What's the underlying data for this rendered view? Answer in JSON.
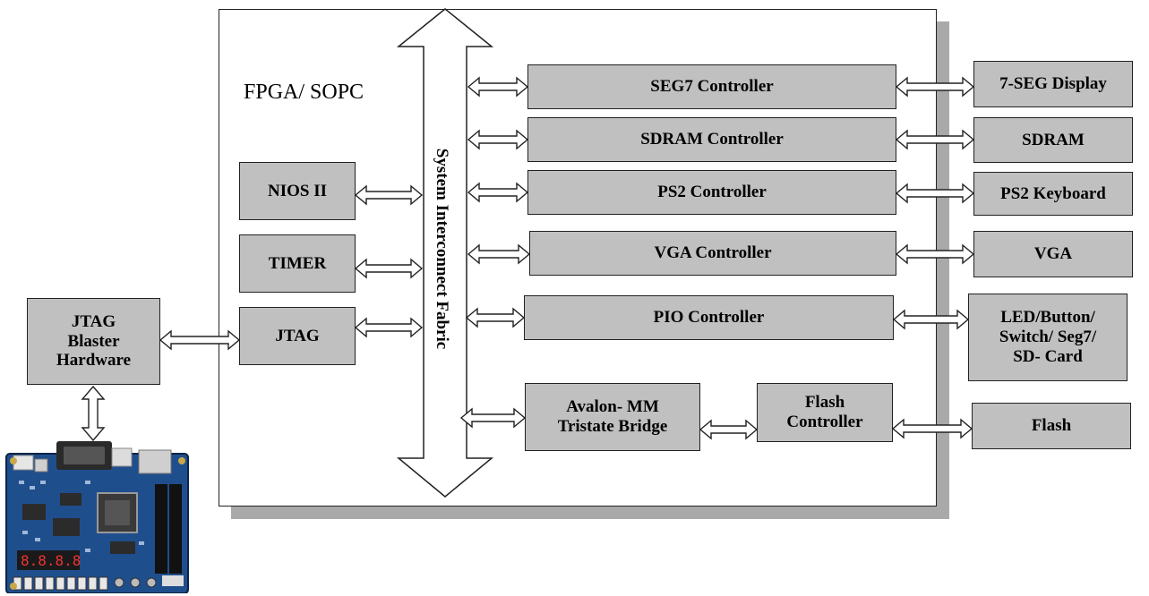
{
  "fpga": {
    "label": "FPGA/ SOPC"
  },
  "bus": {
    "label": "System Interconnect Fabric"
  },
  "left_blocks": {
    "nios": "NIOS II",
    "timer": "TIMER",
    "jtag": "JTAG"
  },
  "jtag_hw": [
    "JTAG",
    "Blaster",
    "Hardware"
  ],
  "controllers": {
    "seg7": "SEG7 Controller",
    "sdram": "SDRAM Controller",
    "ps2": "PS2 Controller",
    "vga": "VGA Controller",
    "pio": "PIO  Controller",
    "avalon": [
      "Avalon- MM",
      "Tristate  Bridge"
    ],
    "flash_ctrl": [
      "Flash",
      "Controller"
    ]
  },
  "devices": {
    "seg7": "7-SEG Display",
    "sdram": "SDRAM",
    "ps2": "PS2 Keyboard",
    "vga": "VGA",
    "pio": [
      "LED/Button/",
      "Switch/ Seg7/",
      "SD- Card"
    ],
    "flash": "Flash"
  },
  "colors": {
    "block_fill": "#c0c0c0",
    "shadow": "#a9a9a9",
    "board": "#1f4e8c"
  },
  "icons": {
    "board": "de0-dev-board-icon"
  }
}
